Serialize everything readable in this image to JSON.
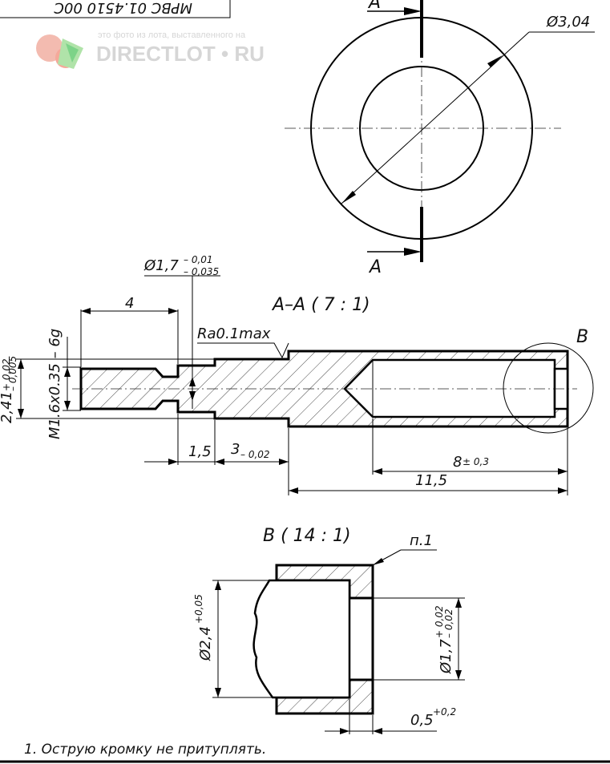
{
  "title_block_text": "МРВС 01.4510 00С",
  "watermark": {
    "caption": "это фото из лота, выставленного на",
    "brand": "DIRECTLOT • RU"
  },
  "top_view": {
    "section_letter_top": "A",
    "section_letter_bottom": "A",
    "outer_diameter": "Ø3,04"
  },
  "section_view": {
    "title": "A–A ( 7 : 1)",
    "detail_ref": "B",
    "roughness": "Ra0.1max",
    "dim_neck_diameter": "Ø1,7",
    "dim_neck_tol_upper": "– 0,01",
    "dim_neck_tol_lower": "– 0,035",
    "dim_length_4": "4",
    "dim_outer_dia": "2,41",
    "dim_outer_dia_tol_upper": "+ 0,02",
    "dim_outer_dia_tol_lower": "– 0,005",
    "dim_thread": "M1.6x0.35 – 6g",
    "dim_1_5": "1,5",
    "dim_3": "3",
    "dim_3_tol": "– 0,02",
    "dim_8": "8",
    "dim_8_tol": "± 0,3",
    "dim_11_5": "11,5"
  },
  "detail_view": {
    "title": "B ( 14 : 1)",
    "note_ref": "п.1",
    "dim_bore_dia": "Ø2,4",
    "dim_bore_tol": "+0,05",
    "dim_hole_dia": "Ø1,7",
    "dim_hole_tol_upper": "+ 0,02",
    "dim_hole_tol_lower": "– 0,02",
    "dim_wall": "0,5",
    "dim_wall_tol": "+0,2"
  },
  "note": "1. Острую кромку не притуплять."
}
